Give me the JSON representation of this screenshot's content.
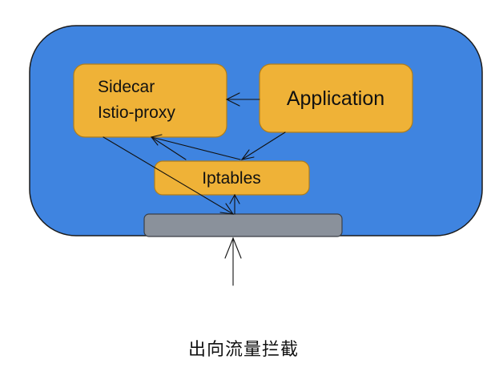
{
  "colors": {
    "pod": "#3f84e0",
    "pod_border": "#1b1b1b",
    "box": "#efb237",
    "box_border": "#b07d1a",
    "nic": "#8a919b",
    "nic_border": "#3a3f46",
    "line": "#111111"
  },
  "nodes": {
    "sidecar": {
      "line1": "Sidecar",
      "line2": "Istio-proxy"
    },
    "application": {
      "label": "Application"
    },
    "iptables": {
      "label": "Iptables"
    }
  },
  "caption": "出向流量拦截"
}
